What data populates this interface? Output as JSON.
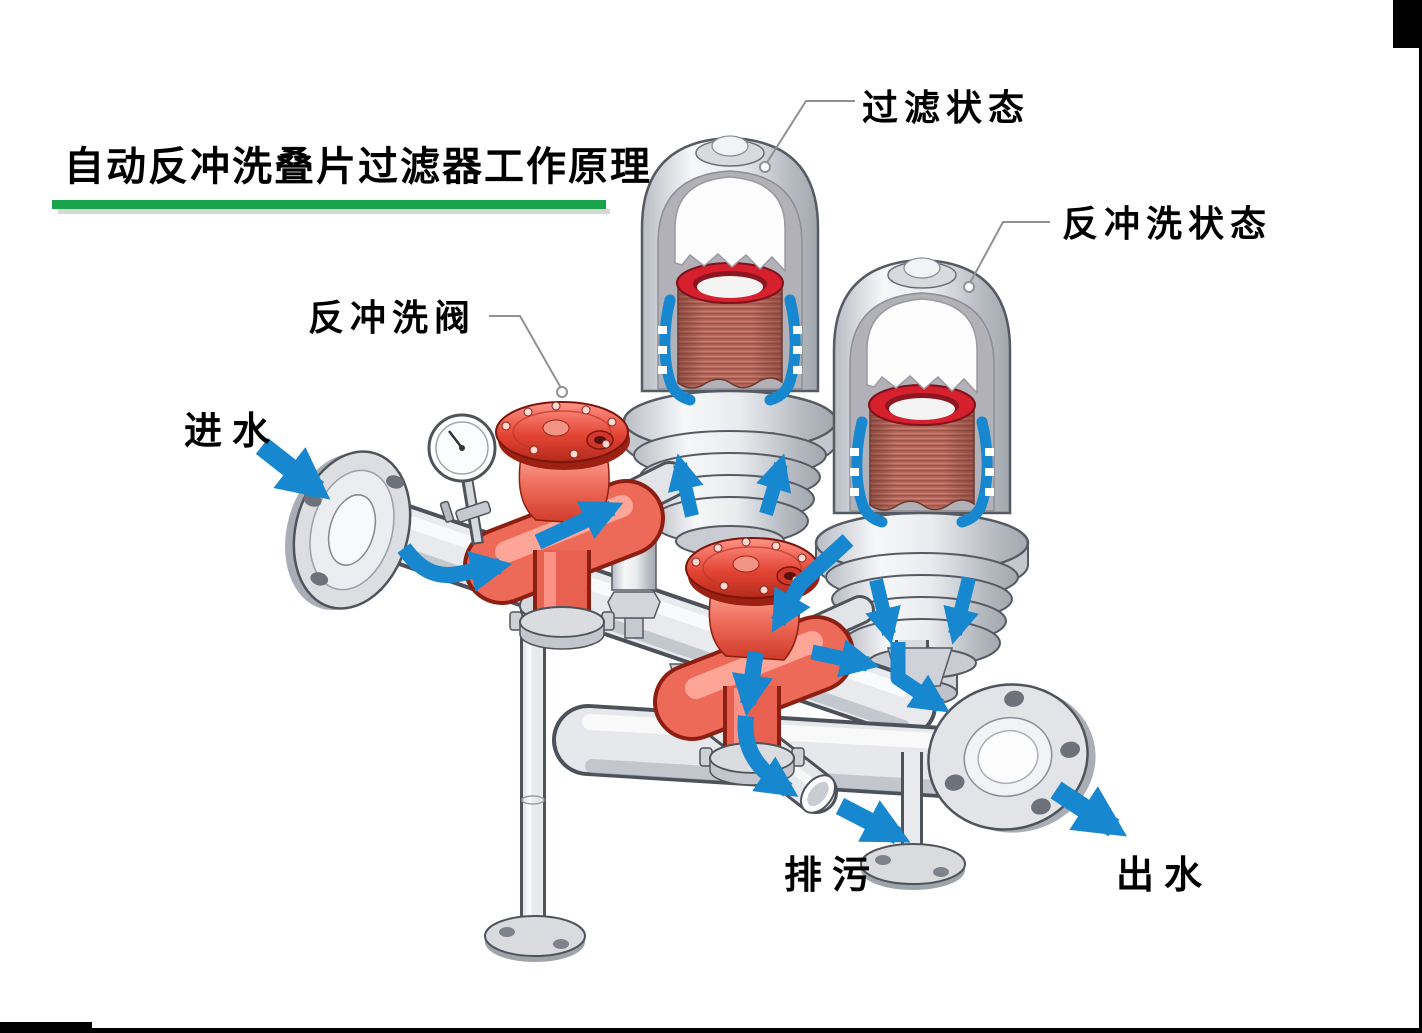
{
  "page": {
    "background_color": "#ffffff"
  },
  "frame": {
    "color": "#000000"
  },
  "title": {
    "text": "自动反冲洗叠片过滤器工作原理",
    "underline_color": "#18a34b"
  },
  "callouts": {
    "filter_state": {
      "label": "过滤状态"
    },
    "backwash_state": {
      "label": "反冲洗状态"
    },
    "backwash_valve": {
      "label": "反冲洗阀"
    }
  },
  "flow_labels": {
    "inlet": "进水",
    "drain": "排污",
    "outlet": "出水"
  },
  "colors": {
    "flow_arrow_blue": "#1787cf",
    "valve_red": "#ee6a58",
    "cartridge_red": "#b4675d",
    "pipe_gray": "#e6e8ec",
    "leader_line_gray": "#8e9297"
  }
}
